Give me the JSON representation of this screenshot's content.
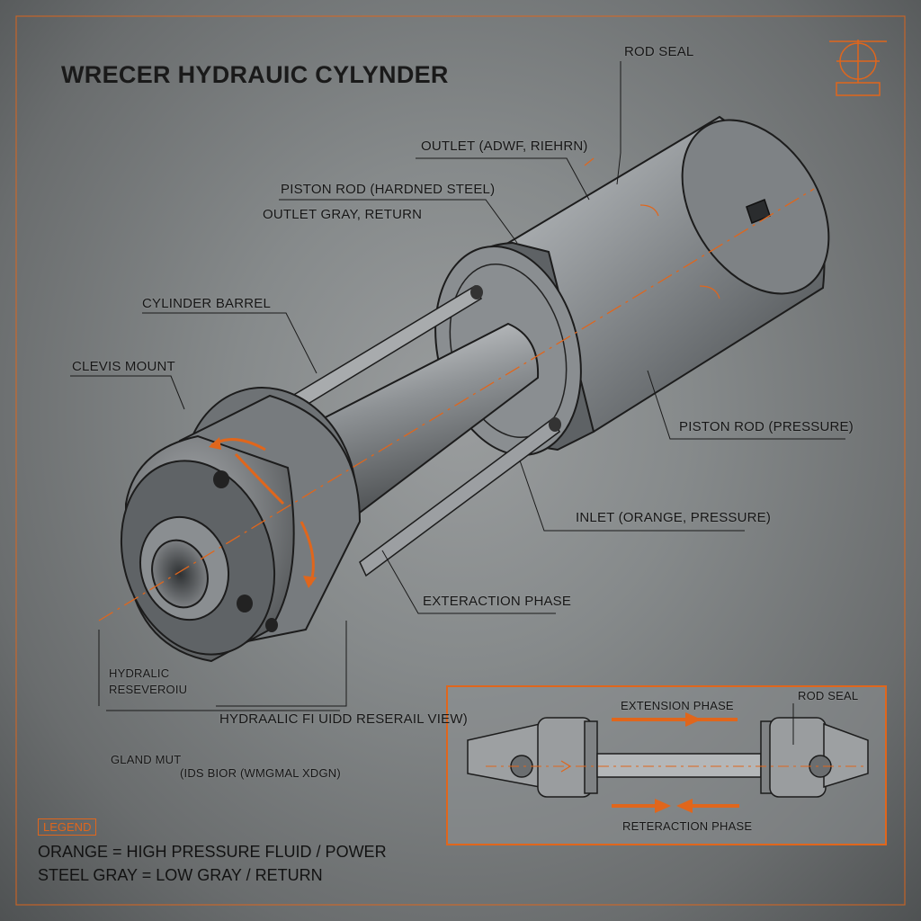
{
  "title": "WRECER HYDRAUIC CYLYNDER",
  "labels": {
    "rod_seal": "ROD SEAL",
    "outlet_top": "OUTLET (ADWF, RIEHRN)",
    "piston_rod_steel": "PISTON ROD (HARDNED STEEL)",
    "outlet_gray": "OUTLET GRAY, RETURN",
    "cylinder_barrel": "CYLINDER BARREL",
    "clevis_mount": "CLEVIS MOUNT",
    "piston_rod_pressure": "PISTON ROD (PRESSURE)",
    "inlet": "INLET (ORANGE, PRESSURE)",
    "exteraction": "EXTERACTION PHASE",
    "reservoir_1": "HYDRALIC",
    "reservoir_2": "RESEVEROIU",
    "fluid_view": "HYDRAALIC FI UIDD RESERAIL VIEW)",
    "gland_nut": "GLAND MUT",
    "ids_bior": "(IDS BIOR (WMGMAL XDGN)"
  },
  "inset": {
    "extension": "EXTENSION PHASE",
    "rod_seal": "ROD SEAL",
    "retraction": "RETERACTION PHASE"
  },
  "legend": {
    "header": "LEGEND",
    "line1": "ORANGE = HIGH PRESSURE FLUID / POWER",
    "line2": "STEEL GRAY = LOW GRAY / RETURN"
  },
  "colors": {
    "accent_orange": "#e0661c",
    "steel": "#8c8f92",
    "ink": "#161616"
  }
}
